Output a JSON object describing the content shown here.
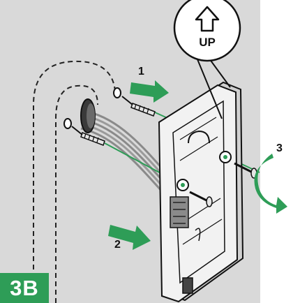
{
  "figure": {
    "badge_label": "3B",
    "up_label": "UP",
    "steps": [
      {
        "number": "1"
      },
      {
        "number": "2"
      },
      {
        "number": "3"
      }
    ],
    "colors": {
      "wall": "#d9d9d9",
      "arrow_green": "#2e9d57",
      "badge_green": "#2e9d57",
      "plate": "#f2f2f2",
      "outline": "#1a1a1a"
    }
  }
}
